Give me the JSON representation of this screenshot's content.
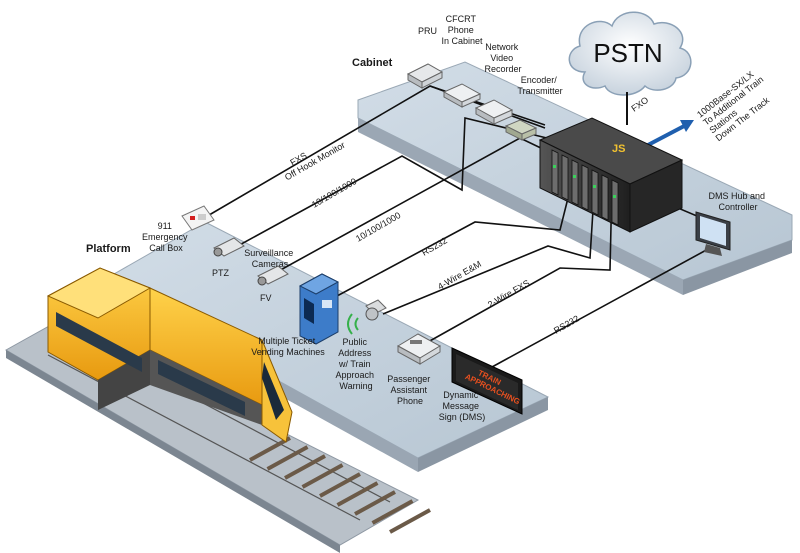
{
  "labels": {
    "cabinet": "Cabinet",
    "platform": "Platform",
    "pru": "PRU",
    "cfcrt": [
      "CFCRT",
      "Phone",
      "In Cabinet"
    ],
    "nvr": [
      "Network",
      "Video",
      "Recorder"
    ],
    "encoder": [
      "Encoder/",
      "Transmitter"
    ],
    "pstn": "PSTN",
    "fxo": "FXO",
    "uplink": [
      "1000Base-SX/LX",
      "To Additional Train",
      "Stations",
      "Down The Track"
    ],
    "js": "JS",
    "dms_hub": [
      "DMS Hub and",
      "Controller"
    ],
    "call_box": [
      "911",
      "Emergency",
      "Call Box"
    ],
    "ptz": "PTZ",
    "surveillance": [
      "Surveillance",
      "Cameras"
    ],
    "fv": "FV",
    "tvm": [
      "Multiple Ticket",
      "Vending Machines"
    ],
    "pa": [
      "Public",
      "Address",
      "w/ Train",
      "Approach",
      "Warning"
    ],
    "phone": [
      "Passenger",
      "Assistant",
      "Phone"
    ],
    "dms": [
      "Dynamic",
      "Message",
      "Sign (DMS)"
    ],
    "dms_sign_text": [
      "TRAIN",
      "APPROACHING"
    ]
  },
  "links": {
    "fxs": [
      "FXS",
      "Off Hook Monitor"
    ],
    "eth1": "10/100/1000",
    "eth2": "10/100/1000",
    "rs232_a": "RS232",
    "em": "4-Wire E&M",
    "fxs2": "2-Wire FXS",
    "rs232_b": "RS232"
  },
  "colors": {
    "platform_top": "#c5d3df",
    "platform_side": "#8a96a3",
    "train_yellow": "#f5b81c",
    "arrow_blue": "#1f5fae",
    "sign_red": "#d4401a",
    "rack_dark": "#2e2e2e"
  }
}
